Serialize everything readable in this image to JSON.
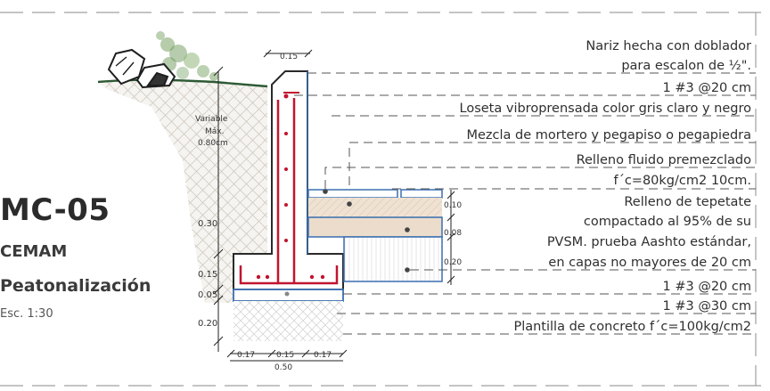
{
  "title_block": {
    "code": "MC-05",
    "organization": "CEMAM",
    "project": "Peatonalización",
    "scale": "Esc. 1:30"
  },
  "dimensions": {
    "top_width": "0.15",
    "variable_line1": "Variable",
    "variable_line2": "Máx.",
    "variable_line3": "0.80cm",
    "d030": "0.30",
    "d015": "0.15",
    "d005": "0.05",
    "d020": "0.20",
    "base_left": "0.17",
    "base_mid": "0.15",
    "base_right": "0.17",
    "base_total": "0.50",
    "layer_010": "0.10",
    "layer_008": "0.08",
    "layer_020": "0.20"
  },
  "notes": {
    "n1a": "Nariz hecha con doblador",
    "n1b": "para escalon de ½\".",
    "n2": "1 #3 @20 cm",
    "n3": "Loseta vibroprensada color gris claro y negro",
    "n4": "Mezcla de mortero y pegapiso o pegapiedra",
    "n5a": "Relleno fluido premezclado",
    "n5b": "f´c=80kg/cm2 10cm.",
    "n6a": "Relleno de tepetate",
    "n6b": "compactado al 95% de su",
    "n6c": "PVSM. prueba Aashto estándar,",
    "n6d": "en capas no mayores de 20 cm",
    "n7": "1 #3 @20 cm",
    "n8": "1 #3 @30 cm",
    "n9": "Plantilla de concreto f´c=100kg/cm2"
  },
  "colors": {
    "rebar": "#c0152f",
    "outline": "#3a6fb0",
    "fill_tan": "#ecdccb",
    "vegetation": "#6e9a5a",
    "border_dash": "#9a9a9a"
  }
}
